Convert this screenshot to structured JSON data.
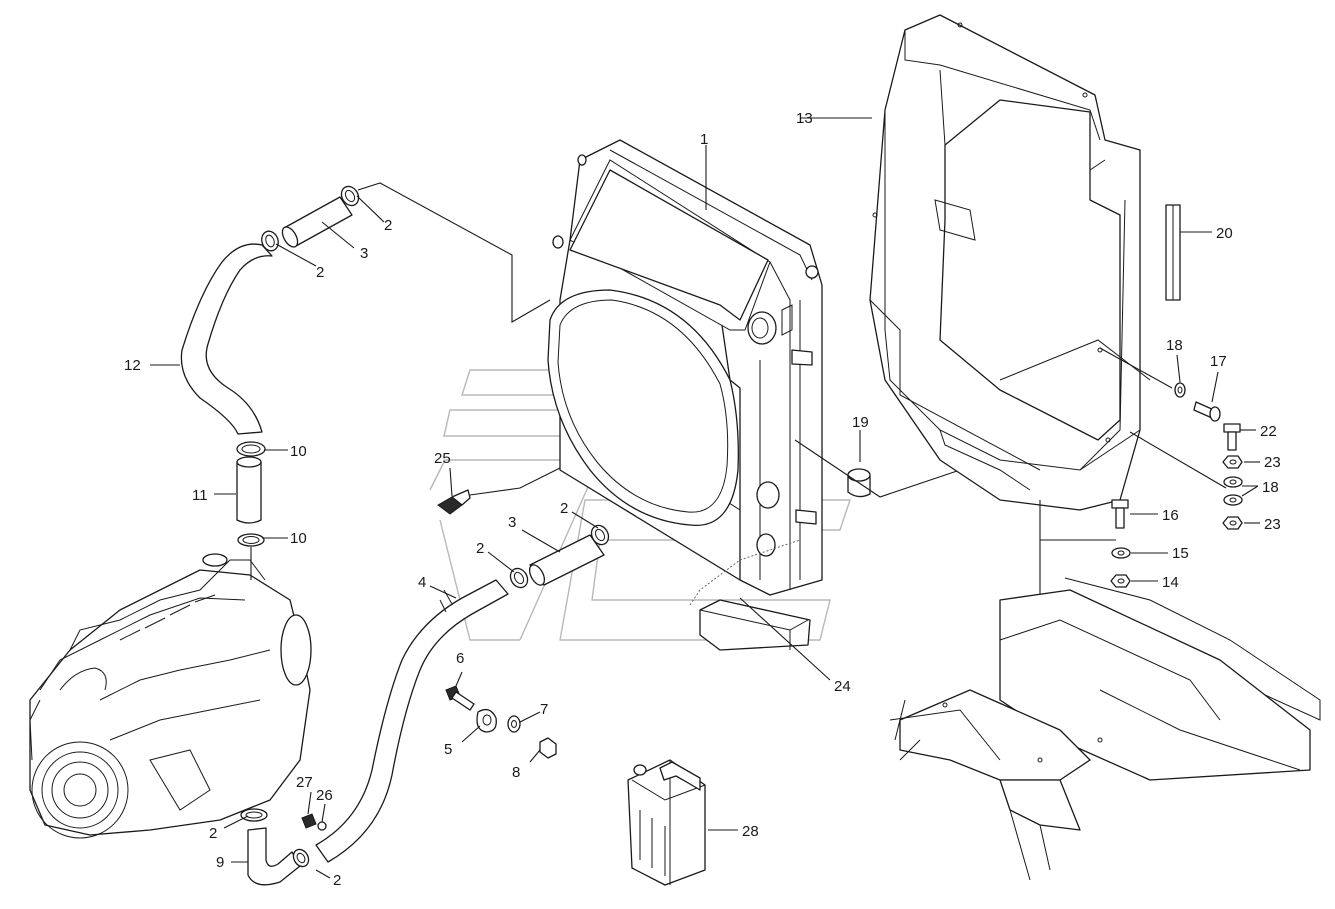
{
  "callouts": [
    {
      "id": "c1",
      "text": "1"
    },
    {
      "id": "c2a",
      "text": "2"
    },
    {
      "id": "c2b",
      "text": "2"
    },
    {
      "id": "c2c",
      "text": "2"
    },
    {
      "id": "c2d",
      "text": "2"
    },
    {
      "id": "c2e",
      "text": "2"
    },
    {
      "id": "c2f",
      "text": "2"
    },
    {
      "id": "c3a",
      "text": "3"
    },
    {
      "id": "c3b",
      "text": "3"
    },
    {
      "id": "c4",
      "text": "4"
    },
    {
      "id": "c5",
      "text": "5"
    },
    {
      "id": "c6",
      "text": "6"
    },
    {
      "id": "c7",
      "text": "7"
    },
    {
      "id": "c8",
      "text": "8"
    },
    {
      "id": "c9",
      "text": "9"
    },
    {
      "id": "c10a",
      "text": "10"
    },
    {
      "id": "c10b",
      "text": "10"
    },
    {
      "id": "c11",
      "text": "11"
    },
    {
      "id": "c12",
      "text": "12"
    },
    {
      "id": "c13",
      "text": "13"
    },
    {
      "id": "c14",
      "text": "14"
    },
    {
      "id": "c15",
      "text": "15"
    },
    {
      "id": "c16",
      "text": "16"
    },
    {
      "id": "c17",
      "text": "17"
    },
    {
      "id": "c18a",
      "text": "18"
    },
    {
      "id": "c18b",
      "text": "18"
    },
    {
      "id": "c19",
      "text": "19"
    },
    {
      "id": "c20",
      "text": "20"
    },
    {
      "id": "c22",
      "text": "22"
    },
    {
      "id": "c23a",
      "text": "23"
    },
    {
      "id": "c23b",
      "text": "23"
    },
    {
      "id": "c24",
      "text": "24"
    },
    {
      "id": "c25",
      "text": "25"
    },
    {
      "id": "c26",
      "text": "26"
    },
    {
      "id": "c27",
      "text": "27"
    },
    {
      "id": "c28",
      "text": "28"
    }
  ]
}
